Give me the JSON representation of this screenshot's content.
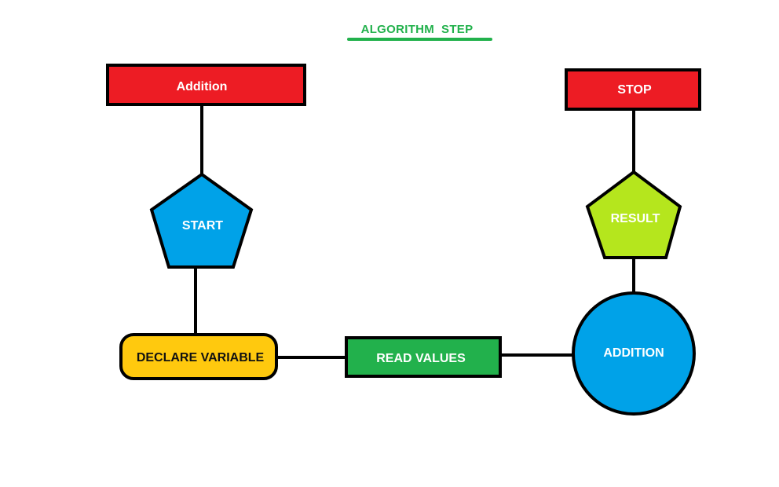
{
  "title": "ALGORITHM  STEP",
  "colors": {
    "red": "#ed1c24",
    "blue": "#00a2e8",
    "yellow": "#ffc90e",
    "green": "#22b14c",
    "lime": "#b5e61d",
    "title_green": "#22b14c"
  },
  "nodes": {
    "addition_header": {
      "label": "Addition",
      "shape": "rectangle",
      "color": "red"
    },
    "stop": {
      "label": "STOP",
      "shape": "rectangle",
      "color": "red"
    },
    "start": {
      "label": "START",
      "shape": "pentagon",
      "color": "blue"
    },
    "result": {
      "label": "RESULT",
      "shape": "pentagon",
      "color": "lime"
    },
    "declare_variable": {
      "label": "DECLARE VARIABLE",
      "shape": "rounded-rectangle",
      "color": "yellow"
    },
    "read_values": {
      "label": "READ VALUES",
      "shape": "rectangle",
      "color": "green"
    },
    "addition_circle": {
      "label": "ADDITION",
      "shape": "circle",
      "color": "blue"
    }
  },
  "edges": [
    {
      "from": "addition_header",
      "to": "start"
    },
    {
      "from": "start",
      "to": "declare_variable"
    },
    {
      "from": "declare_variable",
      "to": "read_values"
    },
    {
      "from": "read_values",
      "to": "addition_circle"
    },
    {
      "from": "addition_circle",
      "to": "result"
    },
    {
      "from": "result",
      "to": "stop"
    }
  ]
}
